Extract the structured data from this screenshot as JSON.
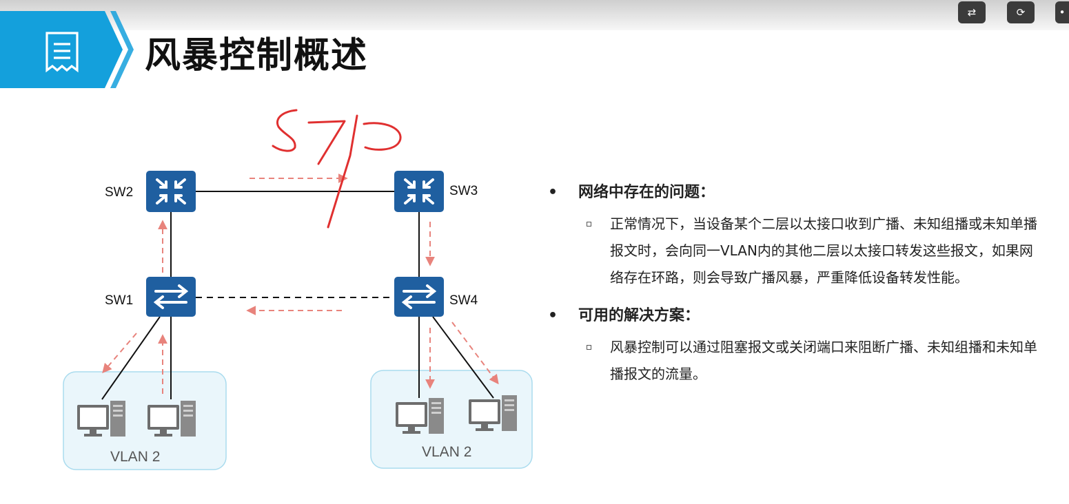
{
  "toolbar": {
    "buttons": [
      "translate",
      "rotate",
      "more"
    ]
  },
  "header": {
    "title": "风暴控制概述"
  },
  "diagram": {
    "switches": {
      "sw1": "SW1",
      "sw2": "SW2",
      "sw3": "SW3",
      "sw4": "SW4"
    },
    "vlan_left": "VLAN 2",
    "vlan_right": "VLAN 2",
    "handwritten_note": "STP"
  },
  "content": {
    "problem_heading": "网络中存在的问题：",
    "problem_text": "正常情况下，当设备某个二层以太接口收到广播、未知组播或未知单播报文时，会向同一VLAN内的其他二层以太接口转发这些报文，如果网络存在环路，则会导致广播风暴，严重降低设备转发性能。",
    "solution_heading": "可用的解决方案：",
    "solution_text": "风暴控制可以通过阻塞报文或关闭端口来阻断广播、未知组播和未知单播报文的流量。"
  },
  "colors": {
    "banner_blue": "#14A0DC",
    "device_blue": "#1F5FA0",
    "arrow_red": "#E8837C",
    "vlan_fill": "#EAF6FB",
    "vlan_border": "#A9DBEE"
  }
}
